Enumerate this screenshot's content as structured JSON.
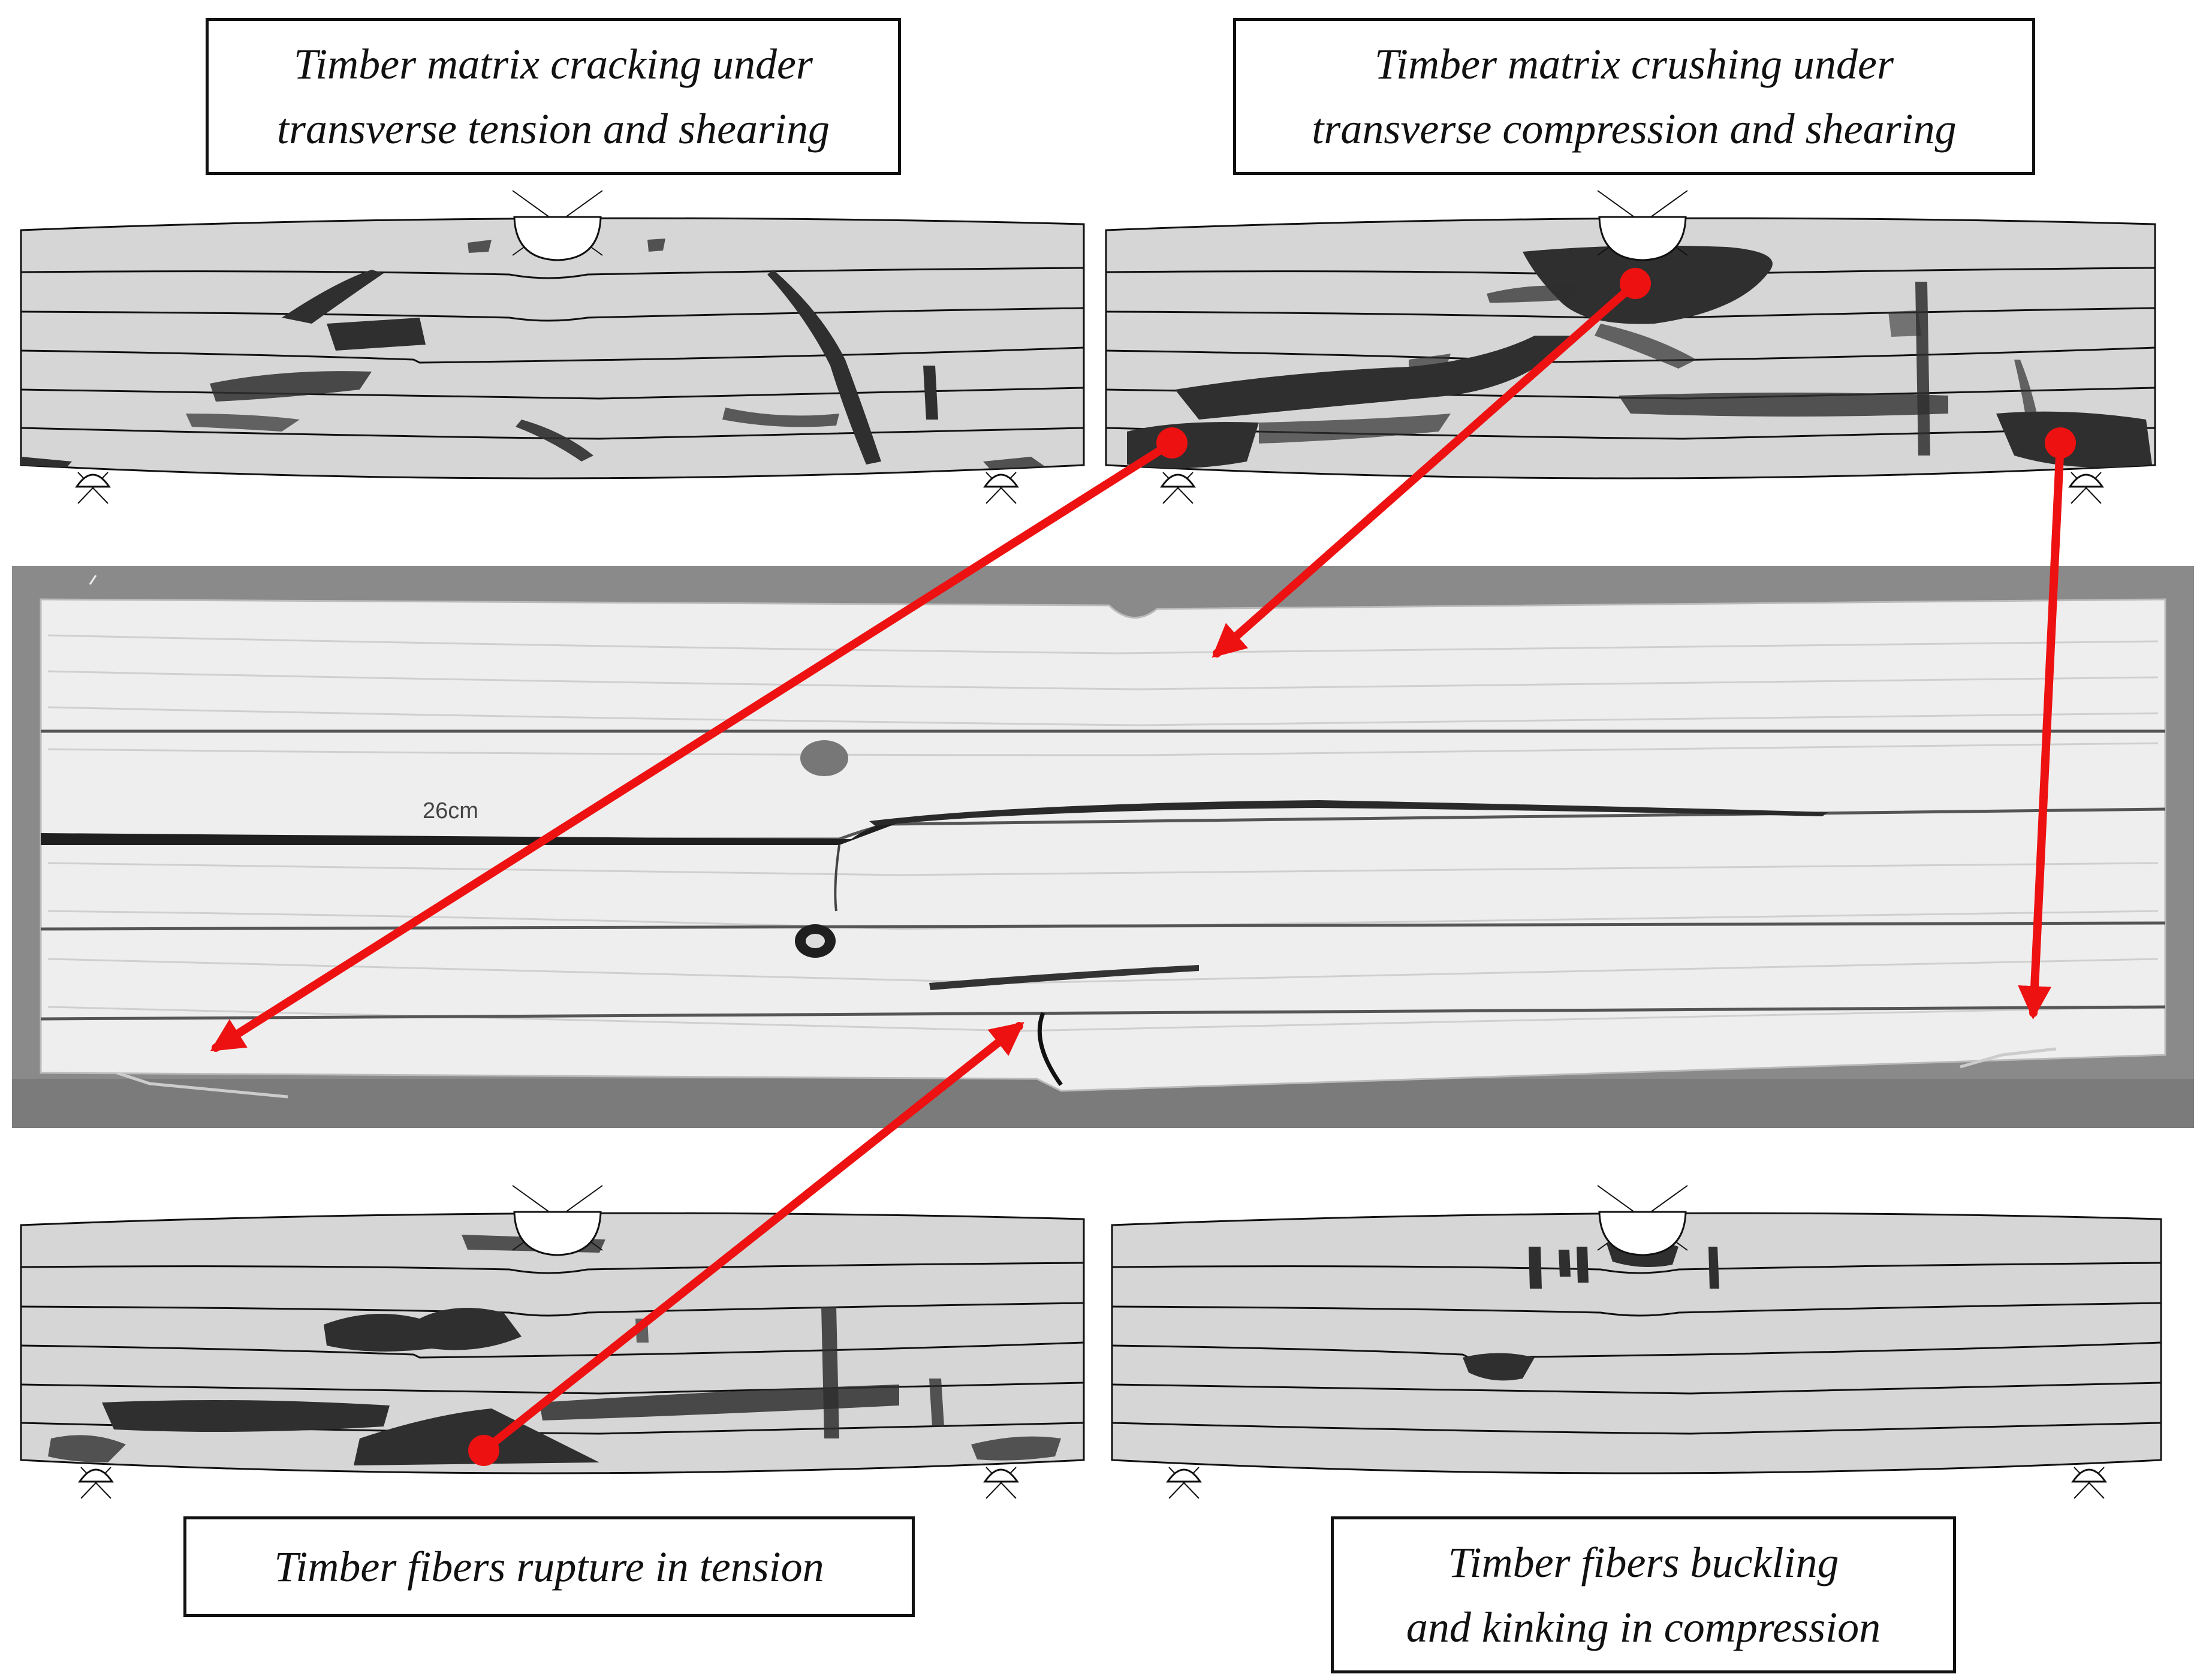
{
  "labels": {
    "matrix_cracking": {
      "line1": "Timber matrix cracking under",
      "line2": "transverse tension and shearing"
    },
    "matrix_crushing": {
      "line1": "Timber matrix crushing under",
      "line2": "transverse compression and shearing"
    },
    "fiber_rupture": {
      "line1": "Timber fibers rupture in tension"
    },
    "fiber_buckling": {
      "line1": "Timber fibers buckling",
      "line2": "and kinking in compression"
    }
  },
  "photo": {
    "marking": "26cm"
  },
  "colors": {
    "beam_fill": "#d6d6d6",
    "damage": "#2f2f2f",
    "arrow": "#ee1111",
    "photo_background": "#8a8a8a",
    "wood": "#eeeeee"
  }
}
